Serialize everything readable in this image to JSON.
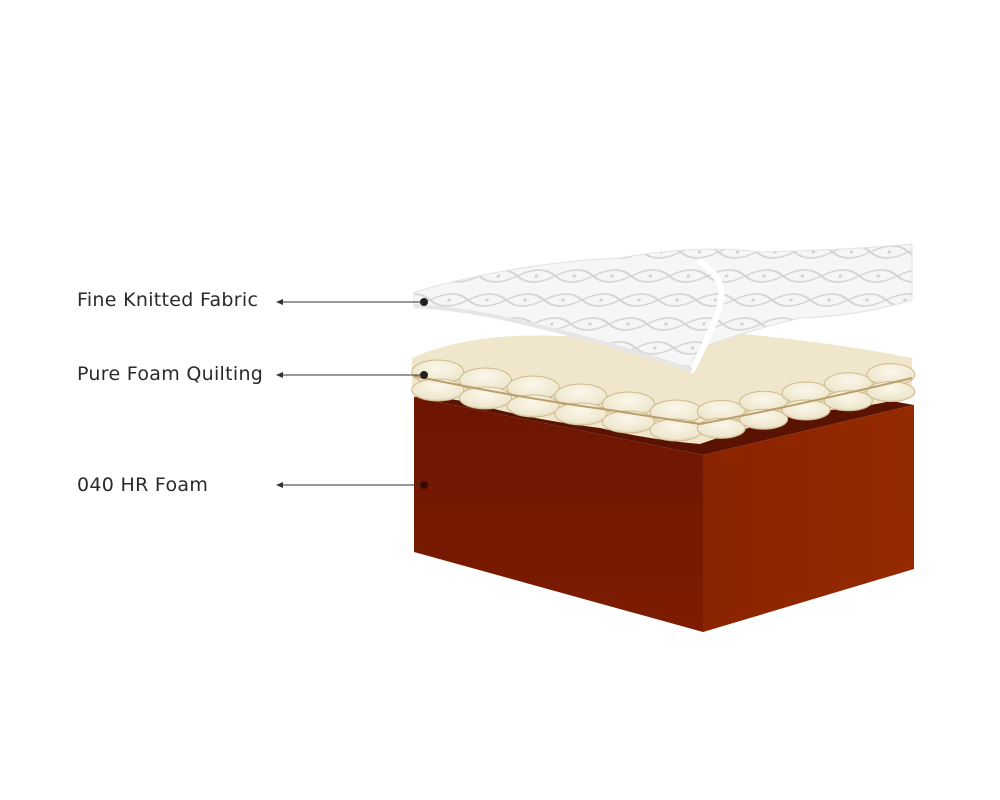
{
  "diagram": {
    "layers": [
      {
        "id": "fabric",
        "label": "Fine Knitted Fabric"
      },
      {
        "id": "quilting",
        "label": "Pure Foam Quilting"
      },
      {
        "id": "foam",
        "label": "040 HR Foam"
      }
    ],
    "colors": {
      "foam_front": "#7a1a02",
      "foam_right": "#8e2400",
      "foam_top": "#5e1402",
      "quilting": "#f4eede",
      "quilting_shadow": "#c9b995",
      "fabric": "#f4f4f4",
      "fabric_pattern": "#d6d6d6",
      "leader_line": "#333333",
      "text": "#2a2a2a"
    }
  }
}
